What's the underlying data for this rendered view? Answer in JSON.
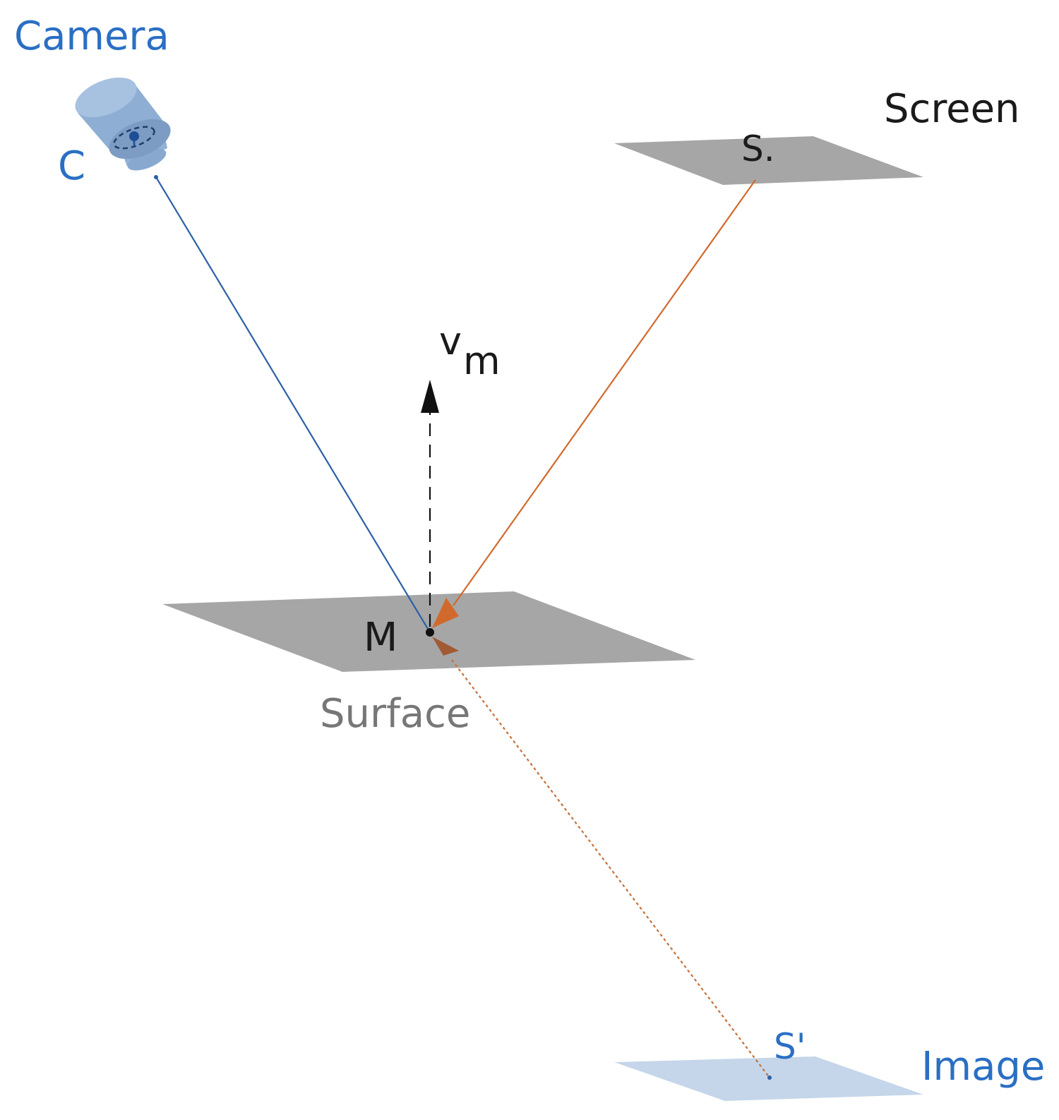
{
  "labels": {
    "camera": "Camera",
    "camera_point": "C",
    "screen": "Screen",
    "screen_point": "S.",
    "normal_vector": "v",
    "normal_vector_sub": "m",
    "surface_point": "M",
    "surface": "Surface",
    "image_point": "S'",
    "image": "Image"
  },
  "colors": {
    "camera_blue": "#2a6fc4",
    "camera_body": "#8faed3",
    "camera_ray": "#2c5fa8",
    "reflected_ray": "#d06a2c",
    "plane_gray": "#a6a6a6",
    "image_plane": "#c5d6ea",
    "text_dark": "#1a1a1a",
    "surface_text": "#777777"
  },
  "icons": {
    "camera": "camera-icon",
    "normal_arrow": "arrow-up-icon"
  }
}
